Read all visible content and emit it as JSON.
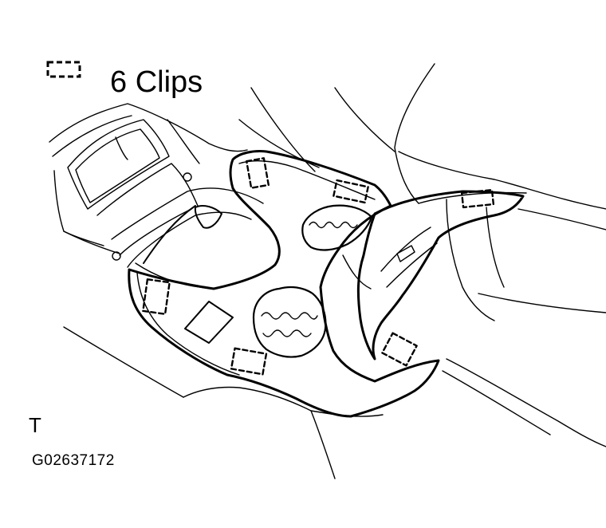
{
  "legend": {
    "icon": "dashed-rectangle-clip-symbol",
    "label": "6 Clips"
  },
  "view_mark": "T",
  "figure_code": "G02637172",
  "colors": {
    "line": "#000000",
    "background": "#ffffff"
  }
}
